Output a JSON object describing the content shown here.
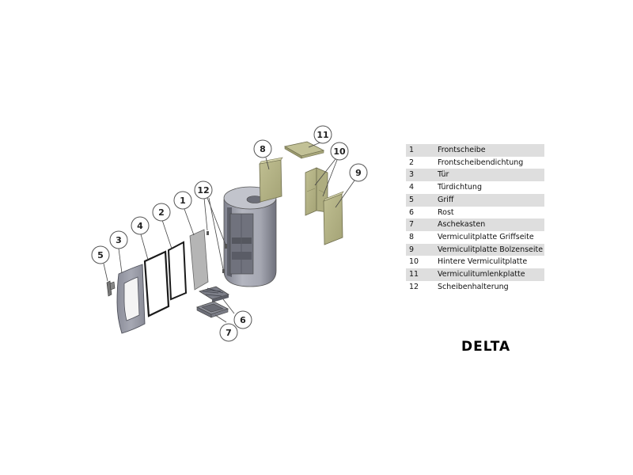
{
  "legend": [
    {
      "num": "1",
      "label": "Frontscheibe"
    },
    {
      "num": "2",
      "label": "Frontscheibendichtung"
    },
    {
      "num": "3",
      "label": "Tür"
    },
    {
      "num": "4",
      "label": "Türdichtung"
    },
    {
      "num": "5",
      "label": "Griff"
    },
    {
      "num": "6",
      "label": "Rost"
    },
    {
      "num": "7",
      "label": "Aschekasten"
    },
    {
      "num": "8",
      "label": "Vermiculitplatte Griffseite"
    },
    {
      "num": "9",
      "label": "Vermiculitplatte Bolzenseite"
    },
    {
      "num": "10",
      "label": "Hintere Vermiculitplatte"
    },
    {
      "num": "11",
      "label": "Vermiculitumlenkplatte"
    },
    {
      "num": "12",
      "label": "Scheibenhalterung"
    }
  ],
  "model": "DELTA",
  "callouts": {
    "c1": "1",
    "c2": "2",
    "c3": "3",
    "c4": "4",
    "c5": "5",
    "c6": "6",
    "c7": "7",
    "c8": "8",
    "c9": "9",
    "c10": "10",
    "c11": "11",
    "c12": "12"
  },
  "colors": {
    "stove_body": "#a7a9b4",
    "door": "#9a9ca8",
    "glass": "#b8b8b8",
    "vermiculite": "#b5b486",
    "seal": "#1a1a1a"
  }
}
